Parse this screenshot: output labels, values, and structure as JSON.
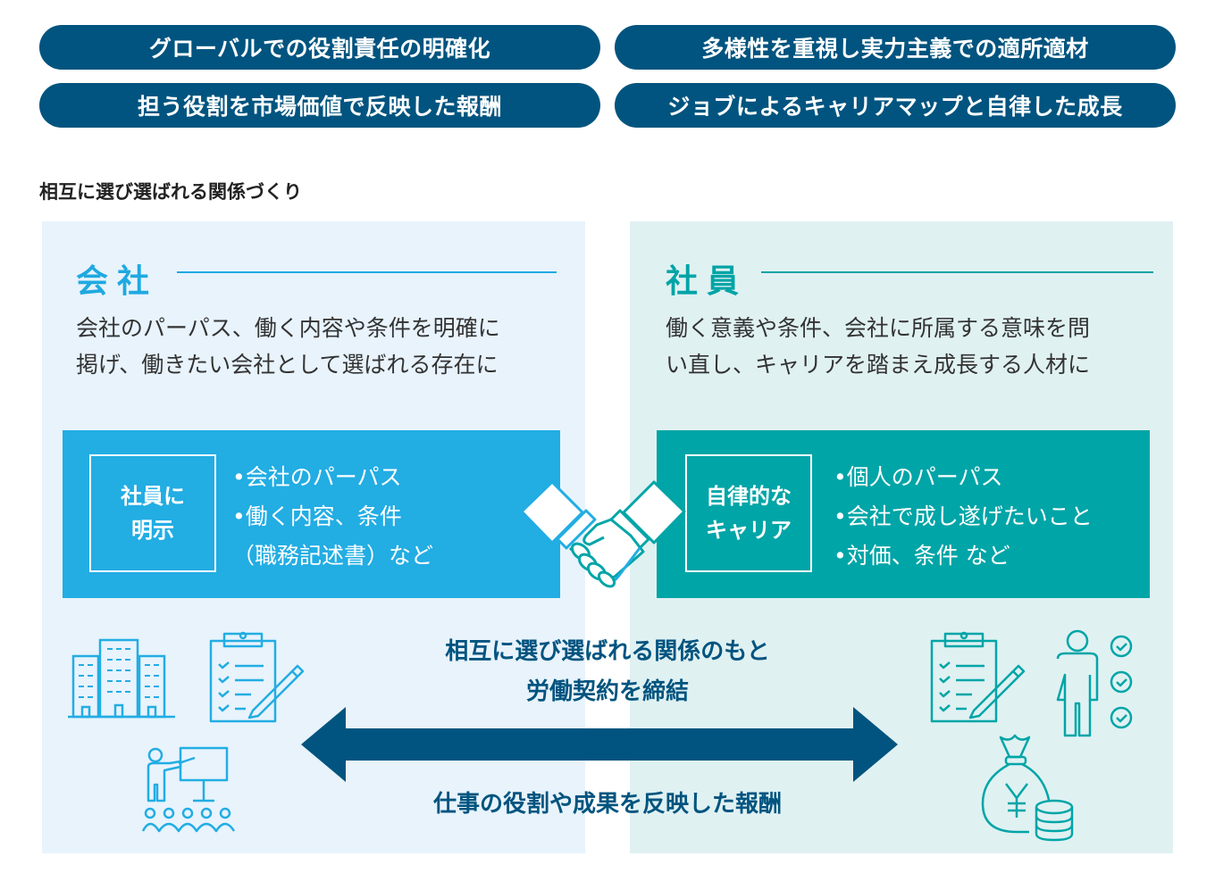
{
  "principles": [
    "グローバルでの役割責任の明確化",
    "多様性を重視し実力主義での適所適材",
    "担う役割を市場価値で反映した報酬",
    "ジョブによるキャリアマップと自律した成長"
  ],
  "subtitle": "相互に選び選ばれる関係づくり",
  "company": {
    "heading": "会社",
    "description_lines": [
      "会社のパーパス、働く内容や条件を明確に",
      "掲げ、働きたい会社として選ばれる存在に"
    ],
    "label_lines": [
      "社員に",
      "明示"
    ],
    "bullets": [
      "•会社のパーパス",
      "•働く内容、条件",
      "（職務記述書）など"
    ],
    "icons": [
      "building-icon",
      "clipboard-checklist-icon",
      "presenter-audience-icon"
    ]
  },
  "employee": {
    "heading": "社員",
    "description_lines": [
      "働く意義や条件、会社に所属する意味を問",
      "い直し、キャリアを踏まえ成長する人材に"
    ],
    "label_lines": [
      "自律的な",
      "キャリア"
    ],
    "bullets": [
      "•個人のパーパス",
      "•会社で成し遂げたいこと",
      "•対価、条件 など"
    ],
    "icons": [
      "clipboard-checklist-icon",
      "person-checks-icon",
      "yen-moneybag-icon"
    ]
  },
  "center": {
    "top_lines": [
      "相互に選び選ばれる関係のもと",
      "労働契約を締結"
    ],
    "bottom": "仕事の役割や成果を反映した報酬",
    "icon": "handshake-icon",
    "arrow": "double-arrow-icon"
  },
  "colors": {
    "navy": "#00547f",
    "company_blue": "#22ade3",
    "employee_teal": "#00a5a7",
    "company_bg": "#e8f3fc",
    "employee_bg": "#e0f1f2"
  }
}
